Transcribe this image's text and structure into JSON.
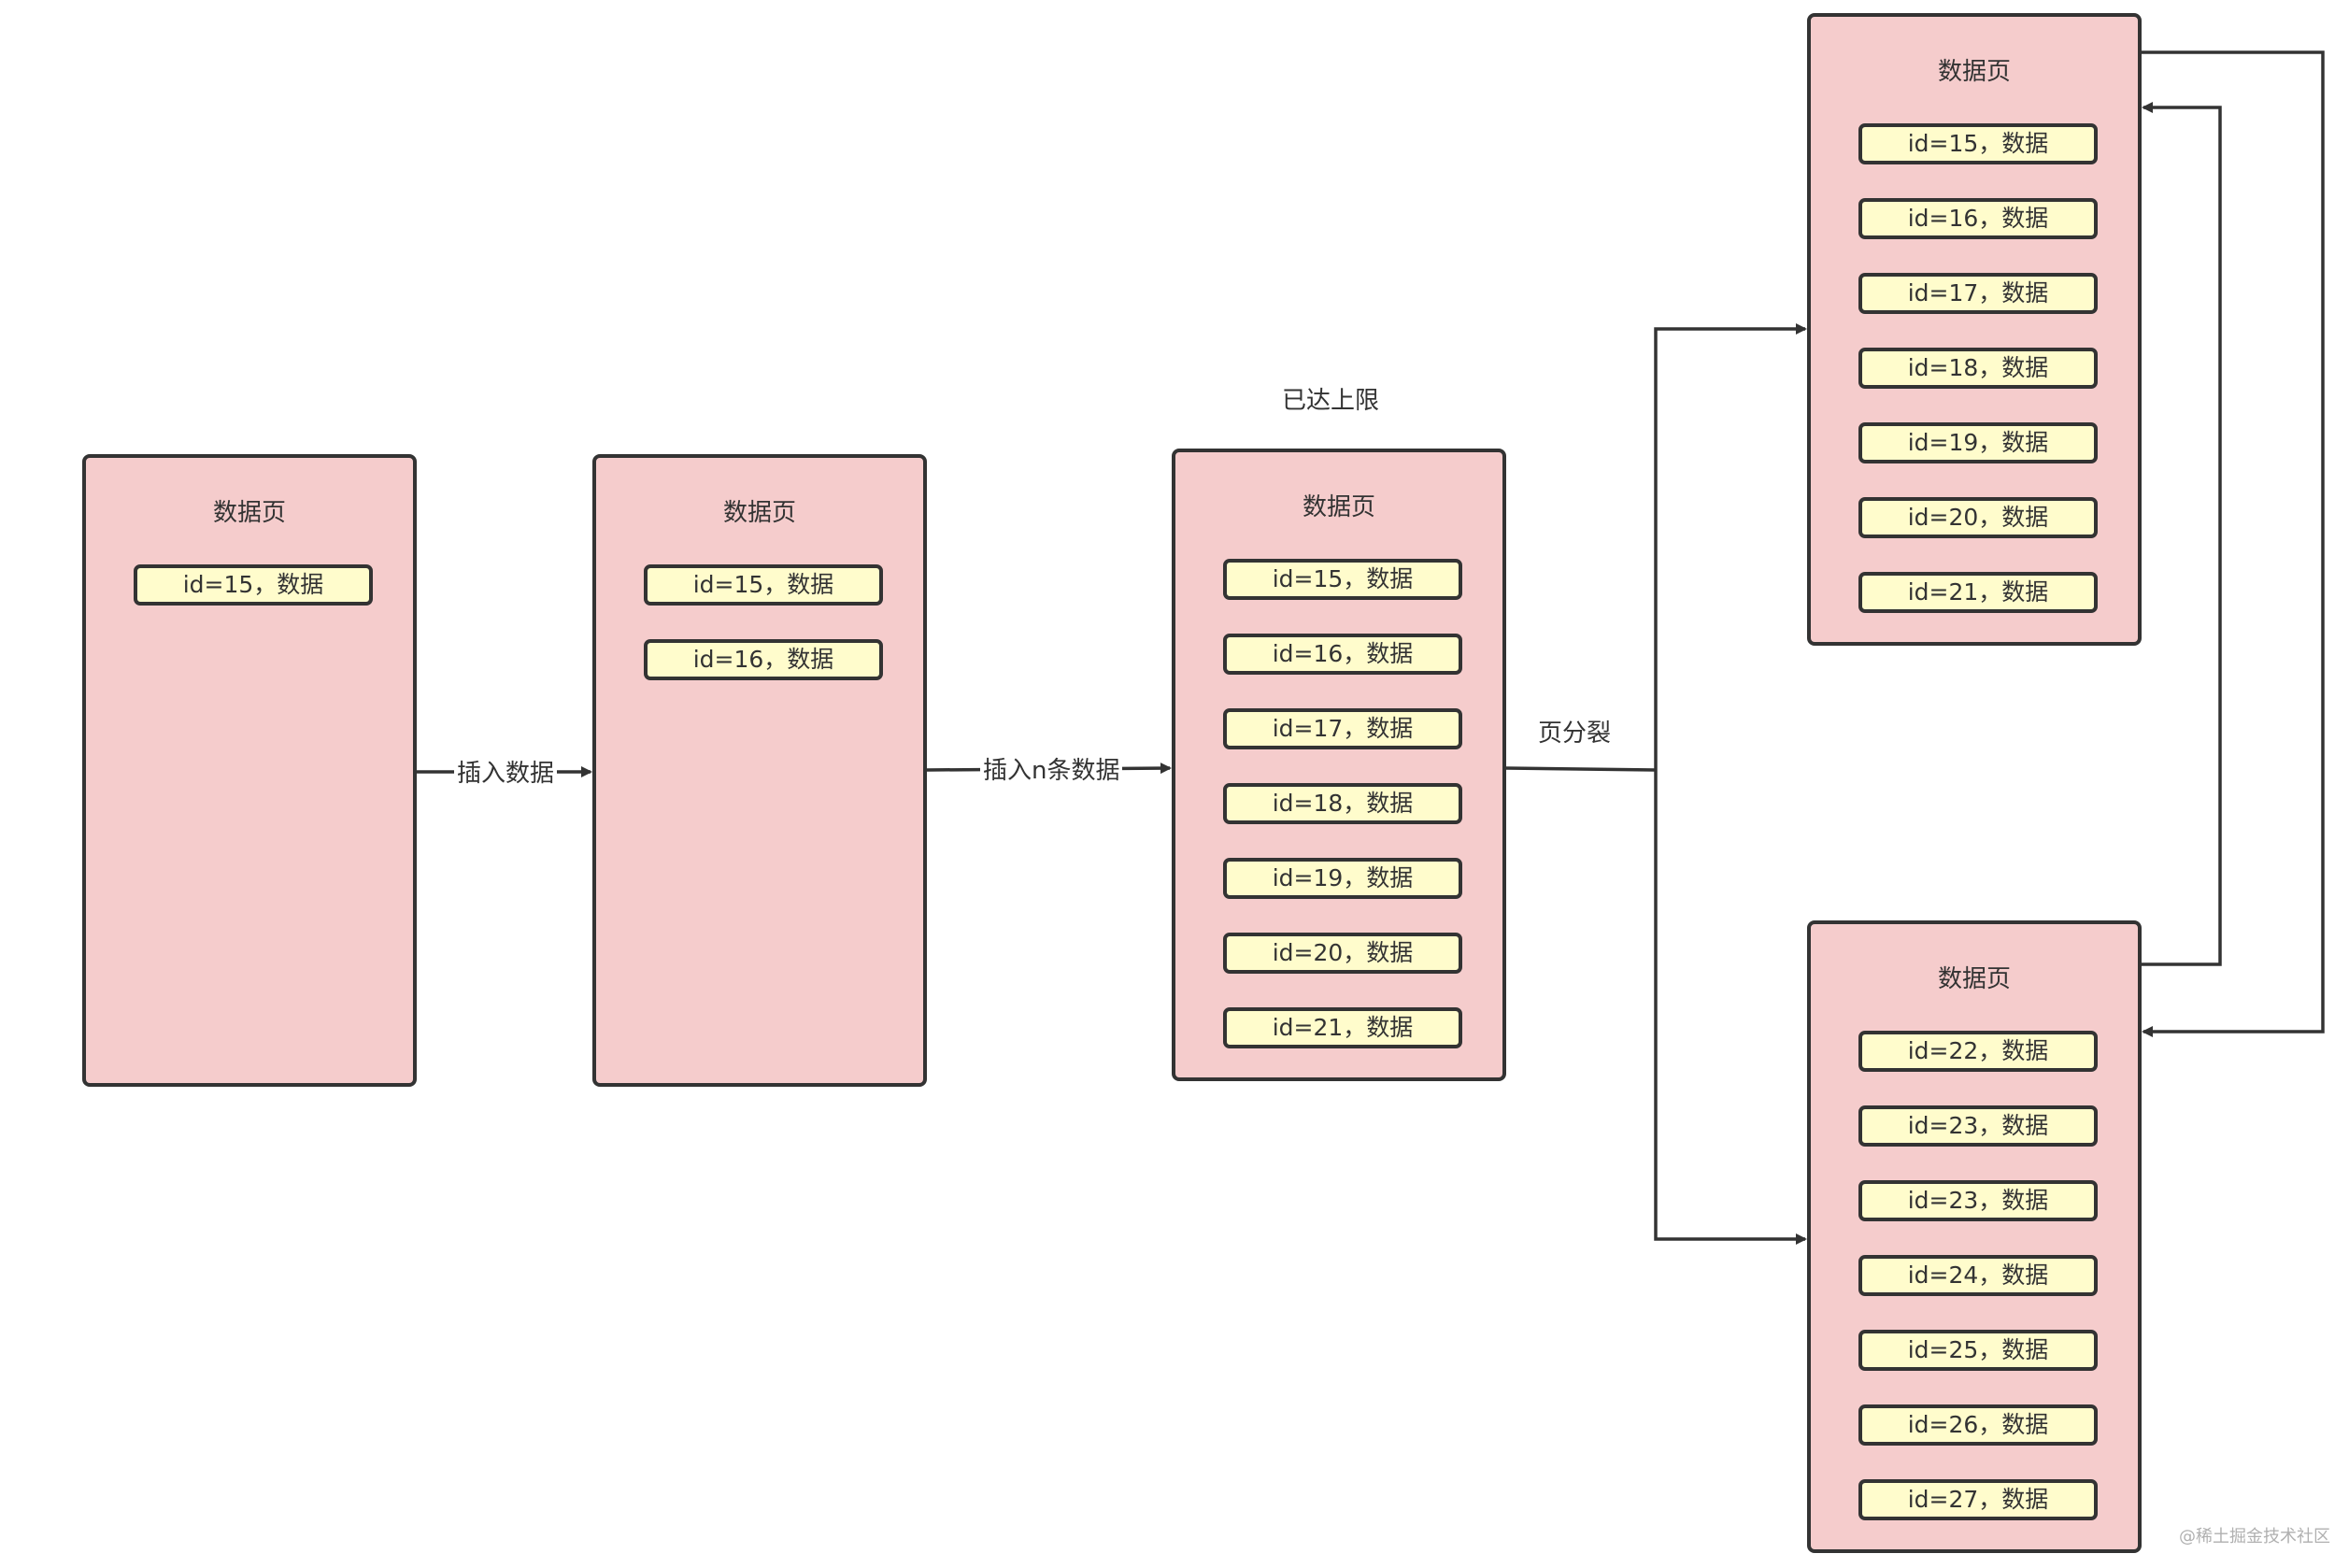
{
  "labels": {
    "insert_data": "插入数据",
    "insert_n_data": "插入n条数据",
    "limit_reached": "已达上限",
    "page_split": "页分裂"
  },
  "pages": [
    {
      "title": "数据页",
      "records": [
        "id=15，数据"
      ]
    },
    {
      "title": "数据页",
      "records": [
        "id=15，数据",
        "id=16，数据"
      ]
    },
    {
      "title": "数据页",
      "records": [
        "id=15，数据",
        "id=16，数据",
        "id=17，数据",
        "id=18，数据",
        "id=19，数据",
        "id=20，数据",
        "id=21，数据"
      ]
    },
    {
      "title": "数据页",
      "records": [
        "id=15，数据",
        "id=16，数据",
        "id=17，数据",
        "id=18，数据",
        "id=19，数据",
        "id=20，数据",
        "id=21，数据"
      ]
    },
    {
      "title": "数据页",
      "records": [
        "id=22，数据",
        "id=23，数据",
        "id=23，数据",
        "id=24，数据",
        "id=25，数据",
        "id=26，数据",
        "id=27，数据"
      ]
    }
  ],
  "watermark": "@稀土掘金技术社区",
  "colors": {
    "page_fill": "#f5cccc",
    "record_fill": "#fffccc",
    "stroke": "#333333",
    "watermark": "#b0b0b0"
  }
}
